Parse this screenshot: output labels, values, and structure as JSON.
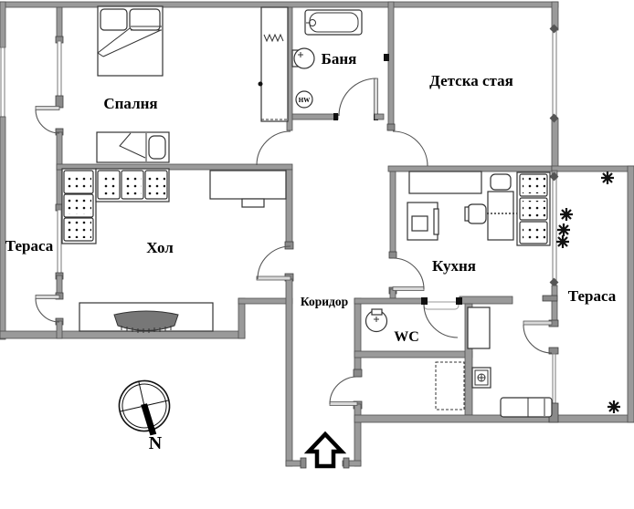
{
  "page": {
    "type": "apartment-floor-plan"
  },
  "rooms": {
    "bedroom": {
      "label": "Спалня"
    },
    "bathroom": {
      "label": "Баня"
    },
    "kids_room": {
      "label": "Детска стая"
    },
    "terrace_left": {
      "label": "Тераса"
    },
    "living_room": {
      "label": "Хол"
    },
    "corridor": {
      "label": "Коридор"
    },
    "kitchen": {
      "label": "Кухня"
    },
    "wc": {
      "label": "WC"
    },
    "terrace_right": {
      "label": "Тераса"
    }
  },
  "compass": {
    "north_label": "N"
  },
  "fixtures": {
    "water_heater_label": "HW"
  },
  "colors": {
    "wall": "#9a9a9a",
    "wall_edge": "#4f4f4f",
    "line": "#2a2a2a",
    "background": "#ffffff"
  }
}
